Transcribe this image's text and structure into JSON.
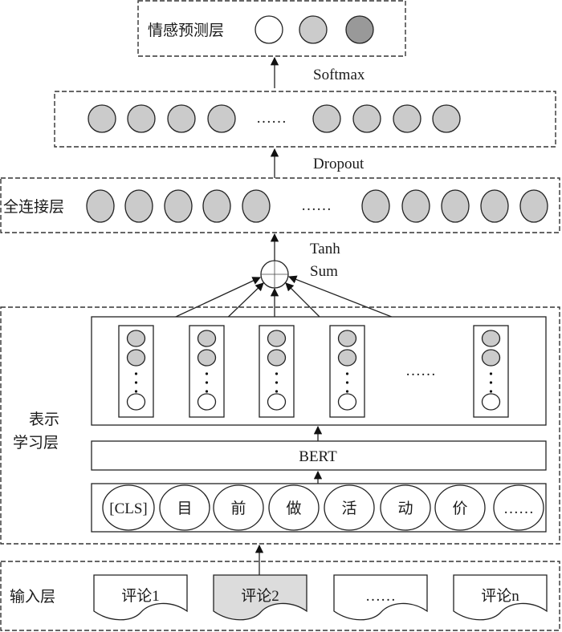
{
  "colors": {
    "node_gray": "#cbcbcb",
    "node_dark": "#999999",
    "node_white": "#ffffff",
    "doc_highlight": "#dcdcdc",
    "line": "#222222"
  },
  "layers": {
    "output": {
      "label": "情感预测层",
      "nodes": [
        "white",
        "gray",
        "dark"
      ]
    },
    "softmax_label": "Softmax",
    "dropout_layer": {
      "ellipsis": "……",
      "left_nodes": 4,
      "right_nodes": 4
    },
    "dropout_label": "Dropout",
    "fc": {
      "label": "全连接层",
      "ellipsis": "……",
      "left_nodes": 5,
      "right_nodes": 5
    },
    "combine": {
      "tanh_label": "Tanh",
      "sum_label": "Sum"
    },
    "representation": {
      "label_line1": "表示",
      "label_line2": "学习层",
      "columns_ellipsis": "……",
      "bert_label": "BERT",
      "tokens": [
        "[CLS]",
        "目",
        "前",
        "做",
        "活",
        "动",
        "价",
        "……"
      ]
    },
    "input": {
      "label": "输入层",
      "documents": [
        {
          "label": "评论1",
          "highlighted": false
        },
        {
          "label": "评论2",
          "highlighted": true
        },
        {
          "label": "……",
          "highlighted": false
        },
        {
          "label": "评论n",
          "highlighted": false
        }
      ]
    }
  }
}
